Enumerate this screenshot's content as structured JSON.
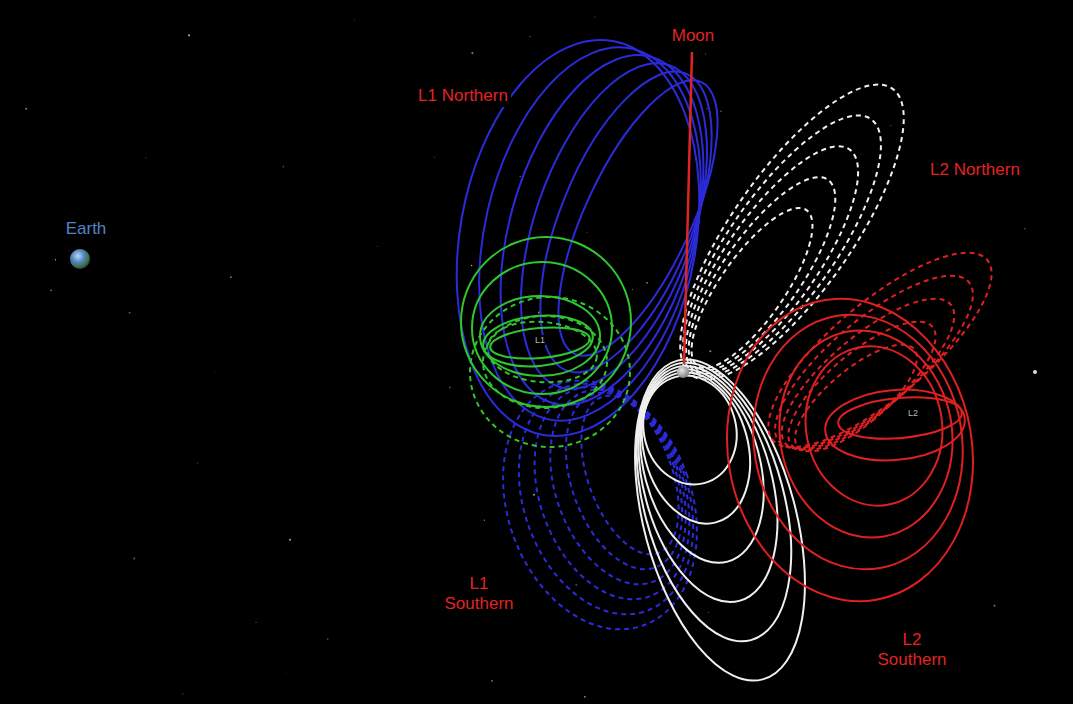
{
  "diagram": {
    "labels": [
      "L1 Northern",
      "Moon",
      "L2 Northern",
      "Earth",
      "L1",
      "L2",
      "L1 Southern",
      "L2 Southern"
    ]
  }
}
